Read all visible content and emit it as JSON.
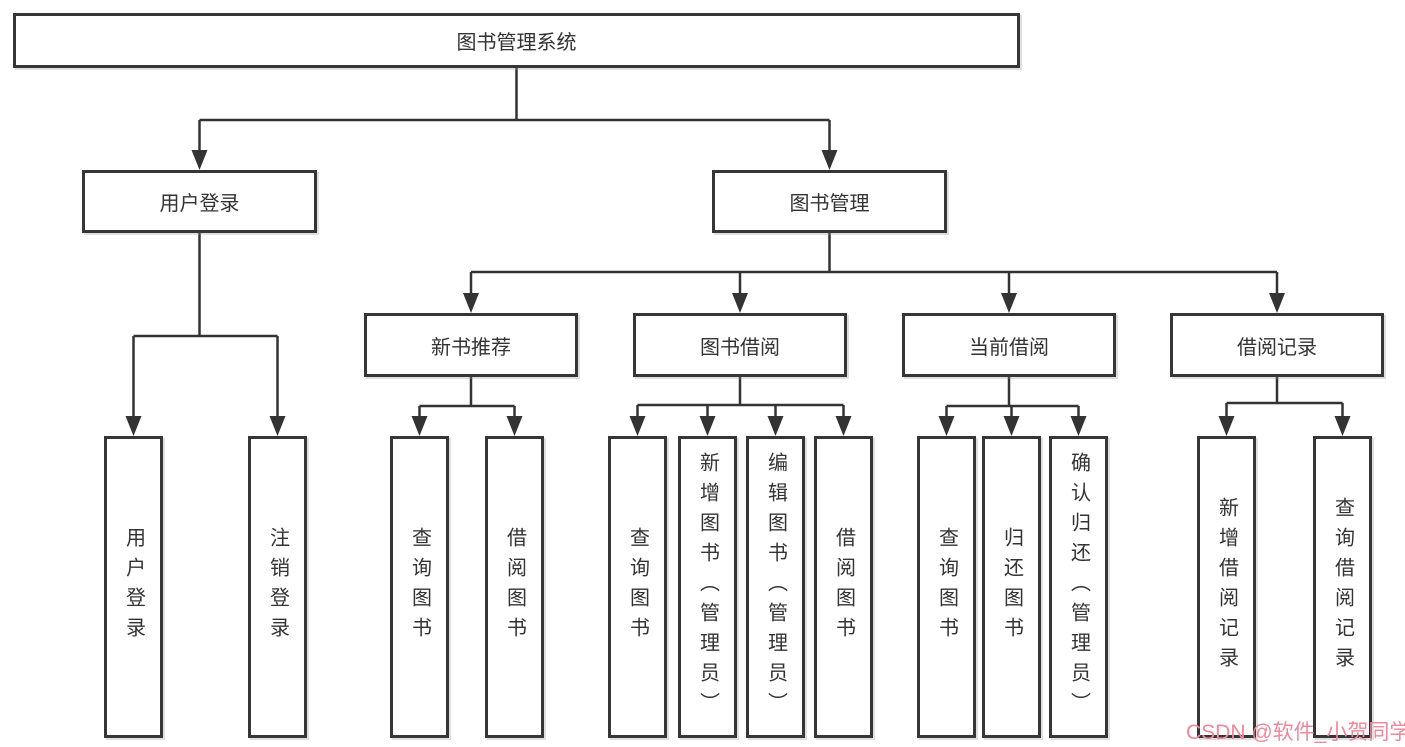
{
  "diagram": {
    "type": "functional-structure-tree",
    "nodes": {
      "root": {
        "label": "图书管理系统"
      },
      "level2": [
        {
          "label": "用户登录"
        },
        {
          "label": "图书管理"
        }
      ],
      "level3": [
        {
          "label": "新书推荐"
        },
        {
          "label": "图书借阅"
        },
        {
          "label": "当前借阅"
        },
        {
          "label": "借阅记录"
        }
      ],
      "leaves": {
        "user_login": [
          "用户登录",
          "注销登录"
        ],
        "new_book_recommend": [
          "查询图书",
          "借阅图书"
        ],
        "book_borrow": [
          "查询图书",
          "新增图书（管理员）",
          "编辑图书（管理员）",
          "借阅图书"
        ],
        "current_borrow": [
          "查询图书",
          "归还图书",
          "确认归还（管理员）"
        ],
        "borrow_records": [
          "新增借阅记录",
          "查询借阅记录"
        ]
      }
    },
    "colors": {
      "line": "#333333",
      "box_border": "#363636",
      "text": "#333333",
      "watermark": "#f0879a",
      "background": "#ffffff"
    }
  },
  "watermark": {
    "text": "CSDN @软件_小贺同学"
  }
}
